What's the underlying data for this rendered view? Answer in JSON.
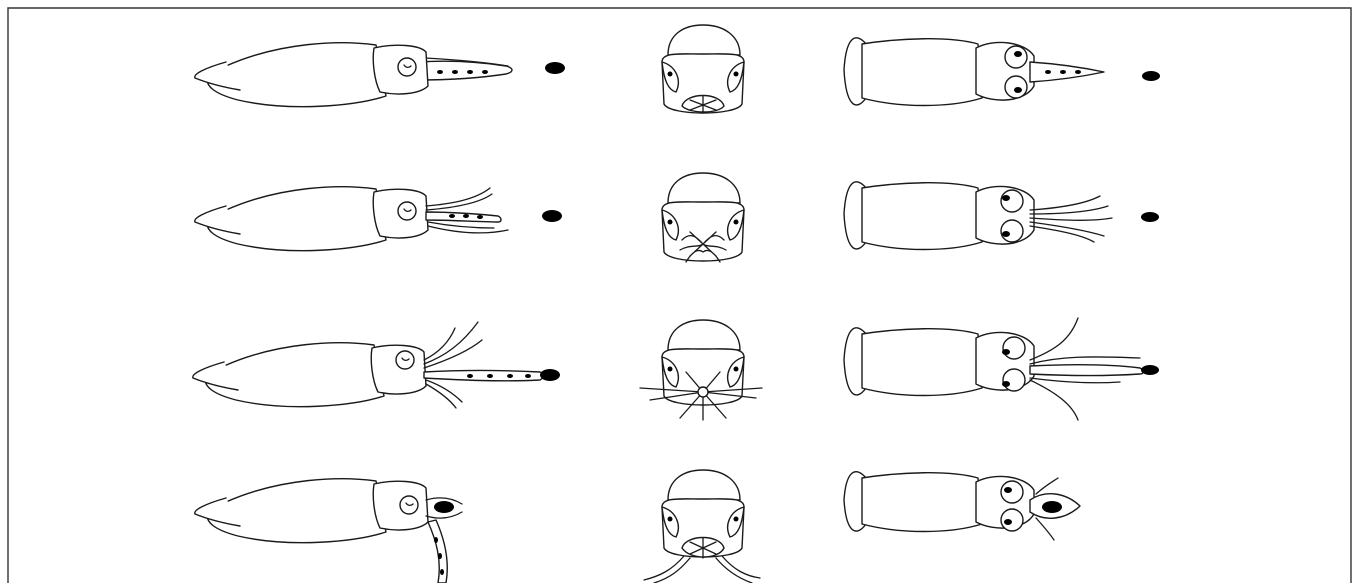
{
  "figure": {
    "description_free": true,
    "background_color": "#ffffff",
    "ink_color": "#000000",
    "views": [
      "lateral",
      "frontal",
      "dorsal"
    ],
    "stages": [
      {
        "id": "stage-1",
        "tentacles": "retracted",
        "prey_visible": true
      },
      {
        "id": "stage-2",
        "tentacles": "partially-extended",
        "prey_visible": true
      },
      {
        "id": "stage-3",
        "tentacles": "fully-extended-strike",
        "prey_visible": true
      },
      {
        "id": "stage-4",
        "tentacles": "prey-captured",
        "prey_visible": true
      }
    ]
  }
}
